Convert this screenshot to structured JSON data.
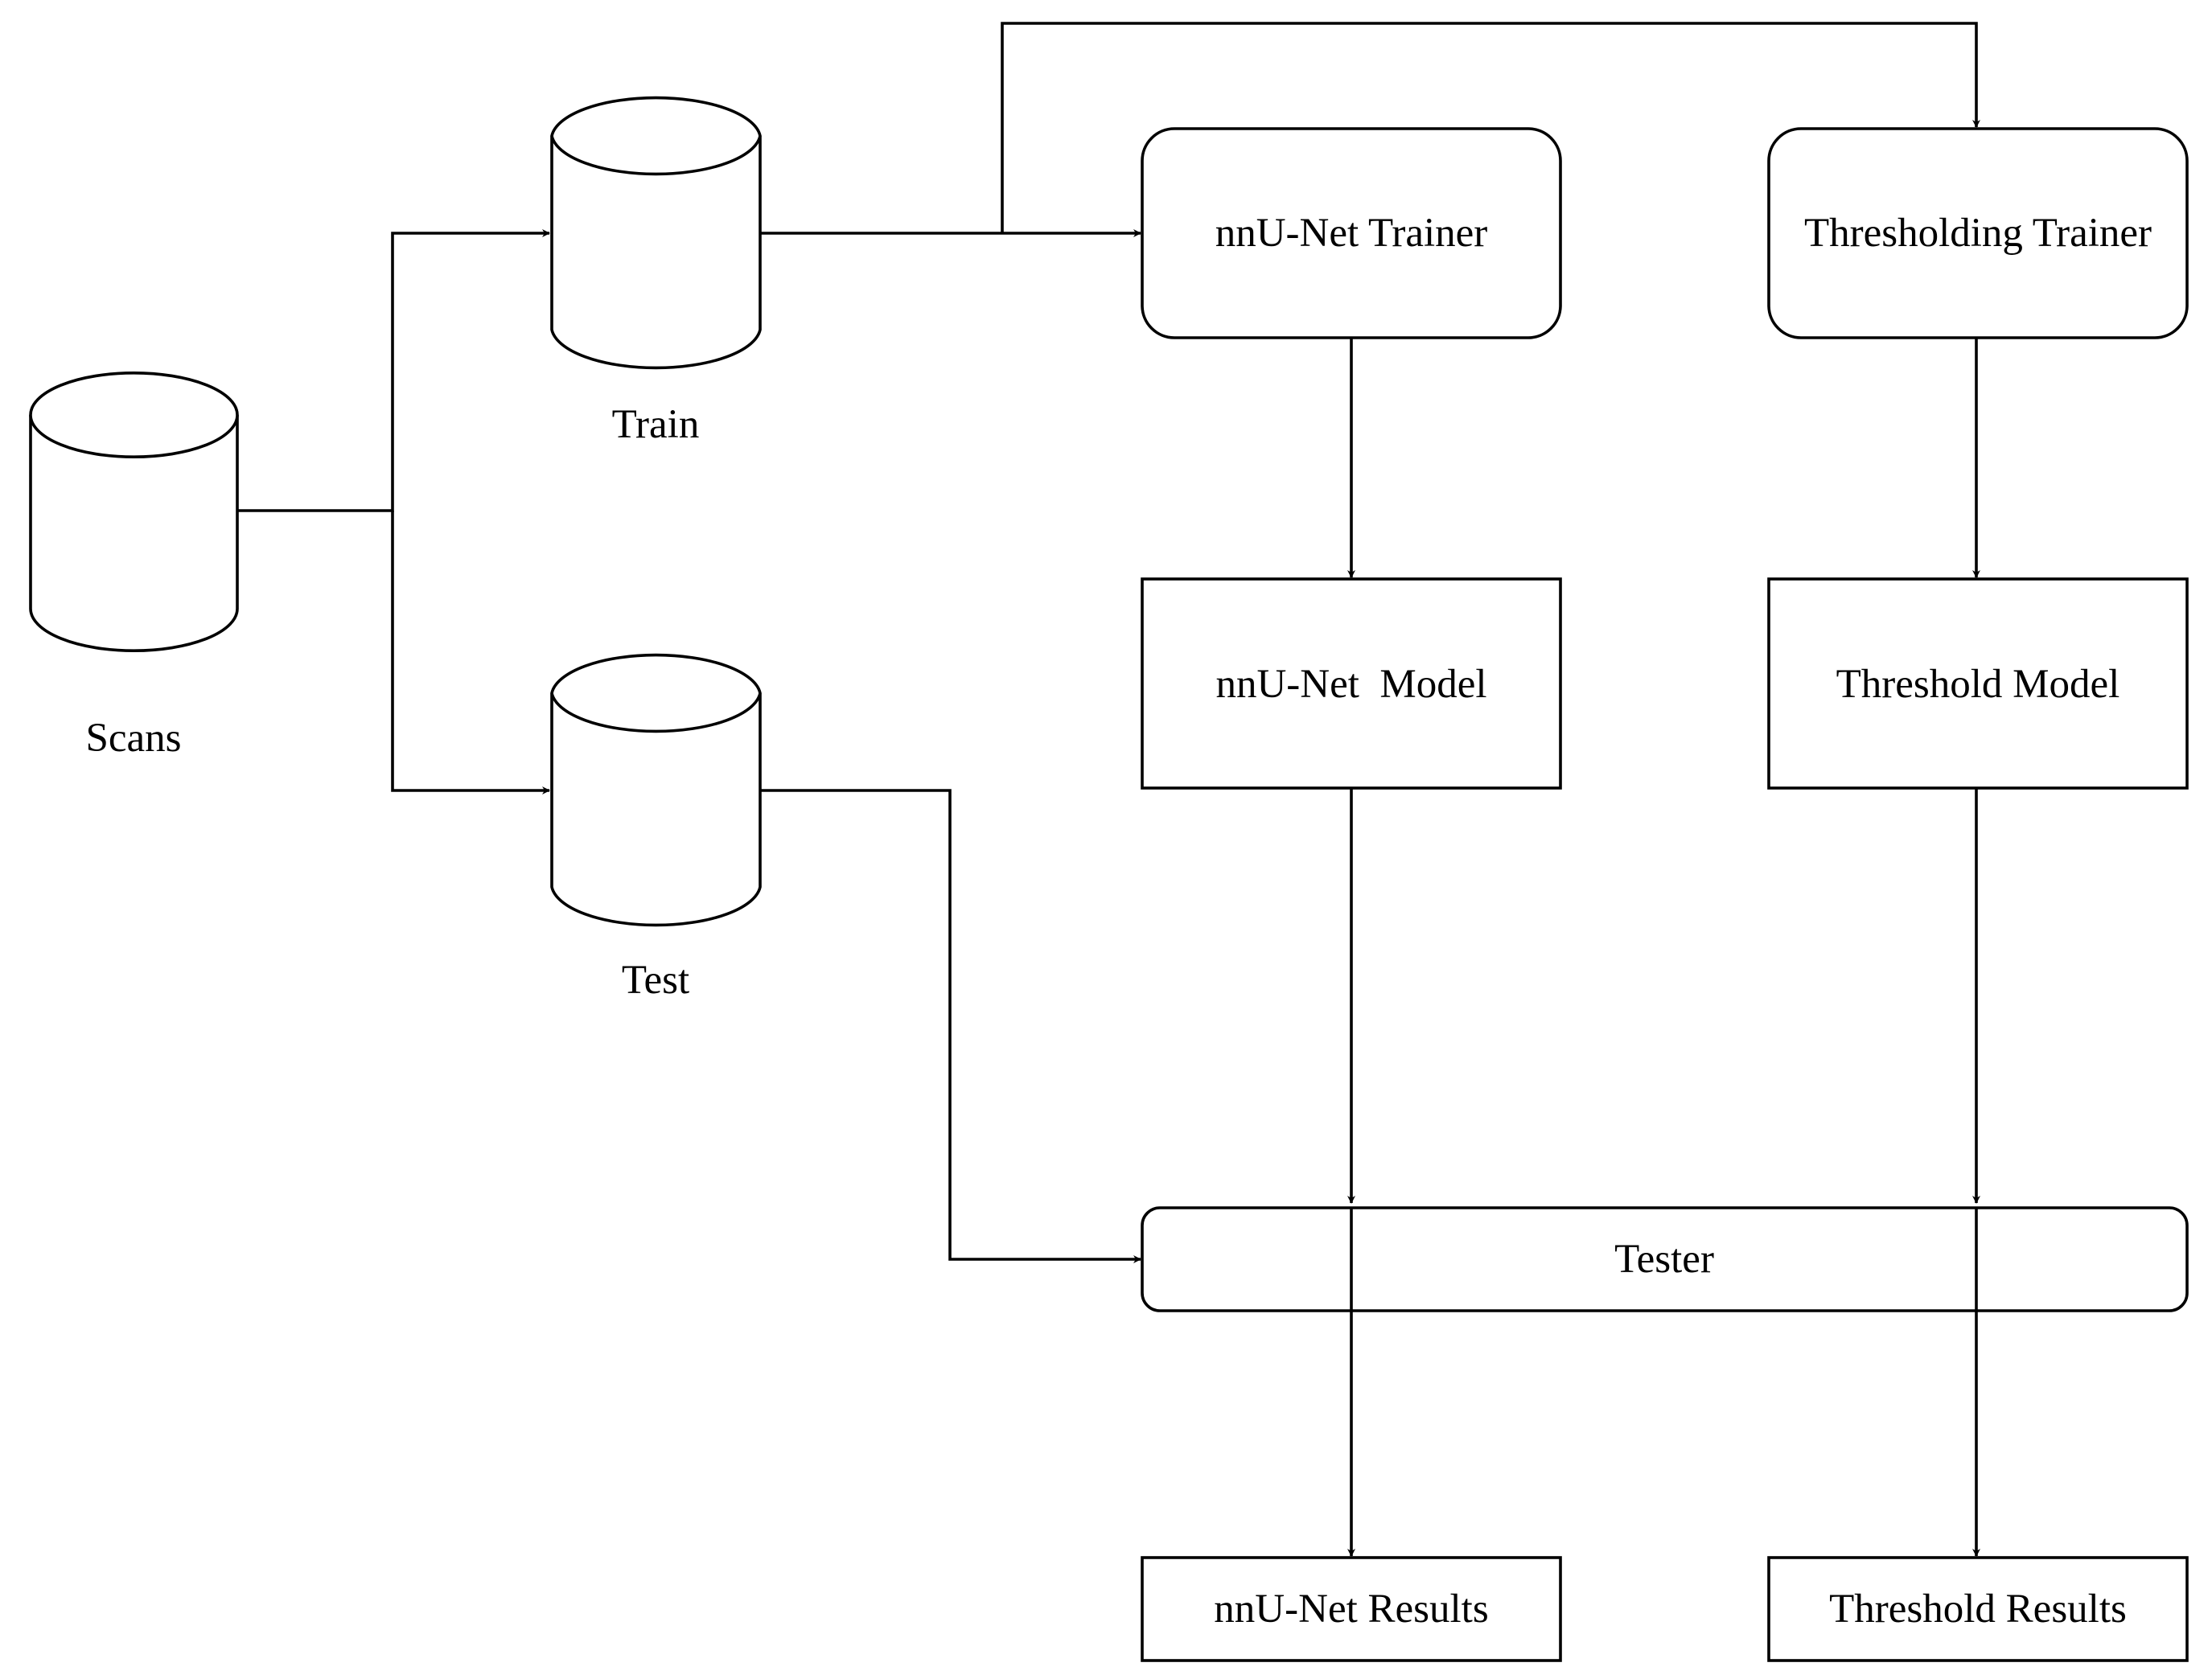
{
  "diagram": {
    "nodes": {
      "scans": "Scans",
      "train": "Train",
      "test": "Test",
      "nnunet_trainer": "nnU-Net Trainer",
      "thresholding_trainer": "Thresholding Trainer",
      "nnunet_model": "nnU-Net  Model",
      "threshold_model": "Threshold Model",
      "tester": "Tester",
      "nnunet_results": "nnU-Net Results",
      "threshold_results": "Threshold Results"
    },
    "edges": [
      {
        "from": "Scans",
        "to": "Train"
      },
      {
        "from": "Scans",
        "to": "Test"
      },
      {
        "from": "Train",
        "to": "nnU-Net Trainer"
      },
      {
        "from": "Train",
        "to": "Thresholding Trainer"
      },
      {
        "from": "nnU-Net Trainer",
        "to": "nnU-Net  Model"
      },
      {
        "from": "Thresholding Trainer",
        "to": "Threshold Model"
      },
      {
        "from": "nnU-Net  Model",
        "to": "Tester"
      },
      {
        "from": "Threshold Model",
        "to": "Tester"
      },
      {
        "from": "Test",
        "to": "Tester"
      },
      {
        "from": "Tester",
        "to": "nnU-Net Results"
      },
      {
        "from": "Tester",
        "to": "Threshold Results"
      }
    ],
    "colors": {
      "stroke": "#000000",
      "fill": "#ffffff",
      "text": "#000000"
    }
  }
}
